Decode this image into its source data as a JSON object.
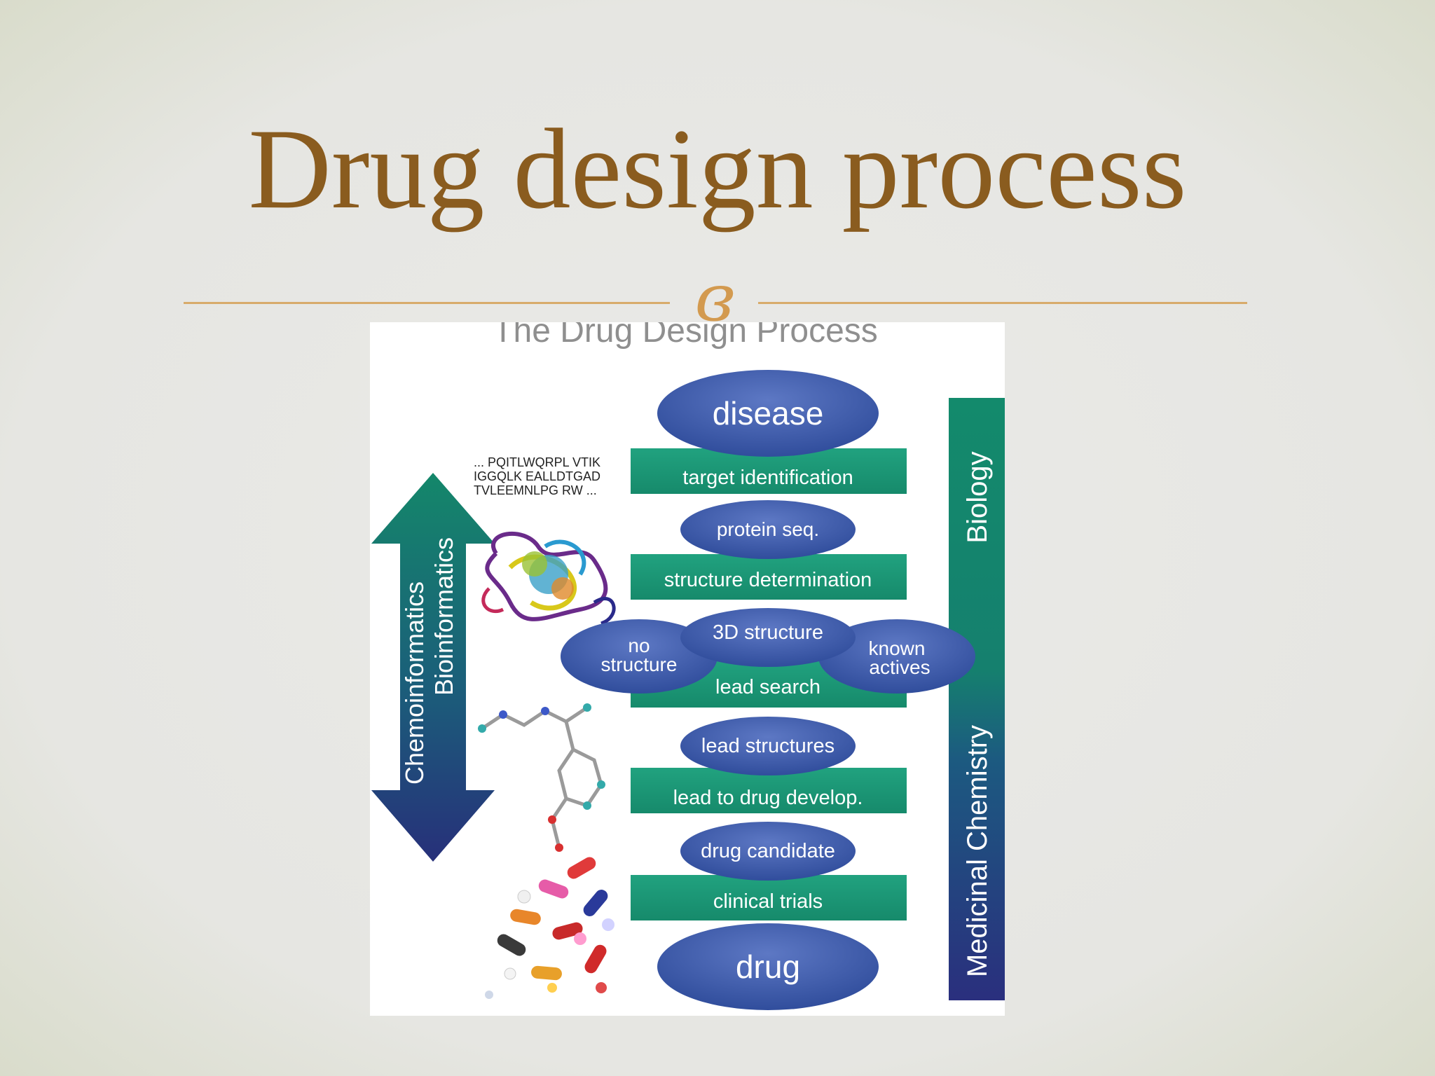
{
  "slide": {
    "title": "Drug design process"
  },
  "figure": {
    "heading": "The Drug Design Process",
    "steps": [
      {
        "kind": "ellipse",
        "label": "disease"
      },
      {
        "kind": "band",
        "label": "target identification"
      },
      {
        "kind": "ellipse",
        "label": "protein seq."
      },
      {
        "kind": "band",
        "label": "structure determination"
      },
      {
        "kind": "ellipse",
        "label": "3D structure"
      },
      {
        "kind": "band",
        "label": "lead search"
      },
      {
        "kind": "ellipse",
        "label": "lead structures"
      },
      {
        "kind": "band",
        "label": "lead to drug develop."
      },
      {
        "kind": "ellipse",
        "label": "drug candidate"
      },
      {
        "kind": "band",
        "label": "clinical trials"
      },
      {
        "kind": "ellipse",
        "label": "drug"
      }
    ],
    "side_left": {
      "line1": "no",
      "line2": "structure"
    },
    "side_right": {
      "line1": "known",
      "line2": "actives"
    },
    "sequence": [
      "... PQITLWQRPL VTIK",
      "IGGQLK EALLDTGAD",
      "TVLEEMNLPG RW ..."
    ],
    "arrow_labels": {
      "inner": "Bioinformatics",
      "outer": "Chemoinformatics"
    },
    "bar_labels": {
      "top": "Biology",
      "bottom": "Medicinal Chemistry"
    },
    "colors": {
      "ellipse": "#3c58a8",
      "band": "#1e9a78",
      "arrow_top": "#14876a",
      "arrow_bottom": "#27307a",
      "title": "#8a5c1f"
    }
  }
}
